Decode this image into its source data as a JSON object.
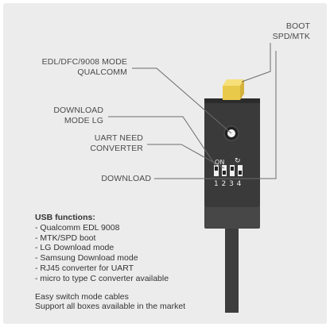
{
  "labels": {
    "boot": [
      "BOOT",
      "SPD/MTK"
    ],
    "edl": [
      "EDL/DFC/9008 MODE",
      "QUALCOMM"
    ],
    "download_lg": [
      "DOWNLOAD",
      "MODE LG"
    ],
    "uart": [
      "UART NEED",
      "CONVERTER"
    ],
    "download": "DOWNLOAD"
  },
  "switch_block": {
    "on_label": "ON",
    "numbers": [
      "1",
      "2",
      "3",
      "4"
    ]
  },
  "usb_functions": {
    "heading": "USB functions:",
    "items": [
      "- Qualcomm EDL 9008",
      "- MTK/SPD boot",
      "- LG Download mode",
      "- Samsung Download mode",
      "- RJ45 converter for UART",
      "- micro to type C converter available"
    ]
  },
  "footer": [
    "Easy switch mode cables",
    "Support all boxes available in the market"
  ],
  "colors": {
    "background": "#ececec",
    "device_body": "#3a3a3a",
    "device_top": "#2b2b2b",
    "connector": "#f4d65c",
    "cable": "#3d3d3d",
    "text": "#4a4a4a"
  }
}
